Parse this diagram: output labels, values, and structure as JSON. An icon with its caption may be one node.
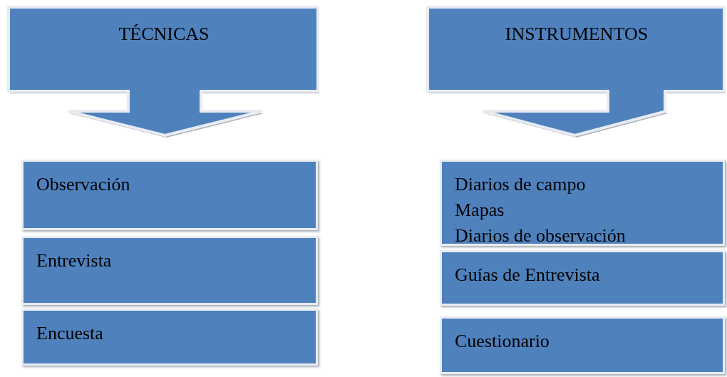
{
  "diagram": {
    "nodes": [
      {
        "text": [
          "TÉCNICAS"
        ]
      },
      {
        "text": [
          "INSTRUMENTOS"
        ]
      },
      {
        "text": [
          "Observación"
        ]
      },
      {
        "text": [
          "Entrevista"
        ]
      },
      {
        "text": [
          "Encuesta"
        ]
      },
      {
        "text": [
          "Diarios de campo",
          "Mapas",
          "Diarios de observación"
        ]
      },
      {
        "text": [
          "Guías de Entrevista"
        ]
      },
      {
        "text": [
          "Cuestionario"
        ]
      }
    ]
  }
}
